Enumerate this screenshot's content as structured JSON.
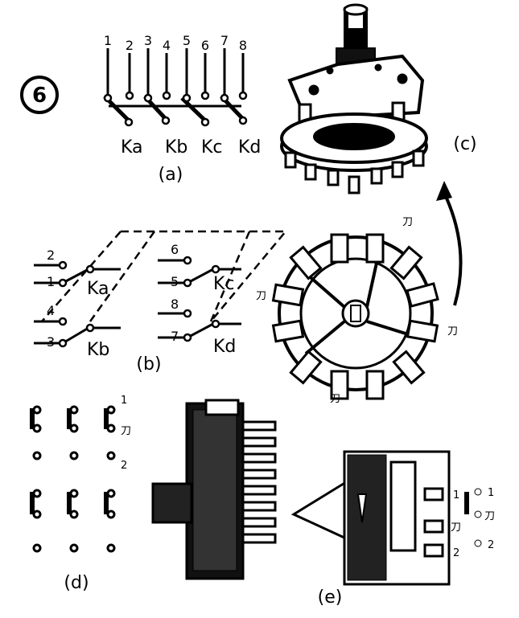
{
  "figure_number": "6",
  "panel_a": {
    "caption": "(a)",
    "pins": [
      "1",
      "2",
      "3",
      "4",
      "5",
      "6",
      "7",
      "8"
    ],
    "contacts": [
      "Ka",
      "Kb",
      "Kc",
      "Kd"
    ]
  },
  "panel_b": {
    "caption": "(b)",
    "left_group": {
      "top_pin_a": "2",
      "bottom_pin_a": "1",
      "contact_a": "Ka",
      "top_pin_b": "4",
      "bottom_pin_b": "3",
      "contact_b": "Kb"
    },
    "right_group": {
      "top_pin_c": "6",
      "bottom_pin_c": "5",
      "contact_c": "Kc",
      "top_pin_d": "8",
      "bottom_pin_d": "7",
      "contact_d": "Kd"
    }
  },
  "panel_c": {
    "caption": "(c)",
    "blade_label": "刀"
  },
  "panel_d": {
    "caption": "(d)",
    "label_1": "1",
    "label_blade": "刀",
    "label_2": "2"
  },
  "panel_e": {
    "caption": "(e)",
    "inner_1": "1",
    "inner_blade": "刀",
    "inner_2": "2",
    "outer_1": "1",
    "outer_blade": "刀",
    "outer_2": "2"
  }
}
